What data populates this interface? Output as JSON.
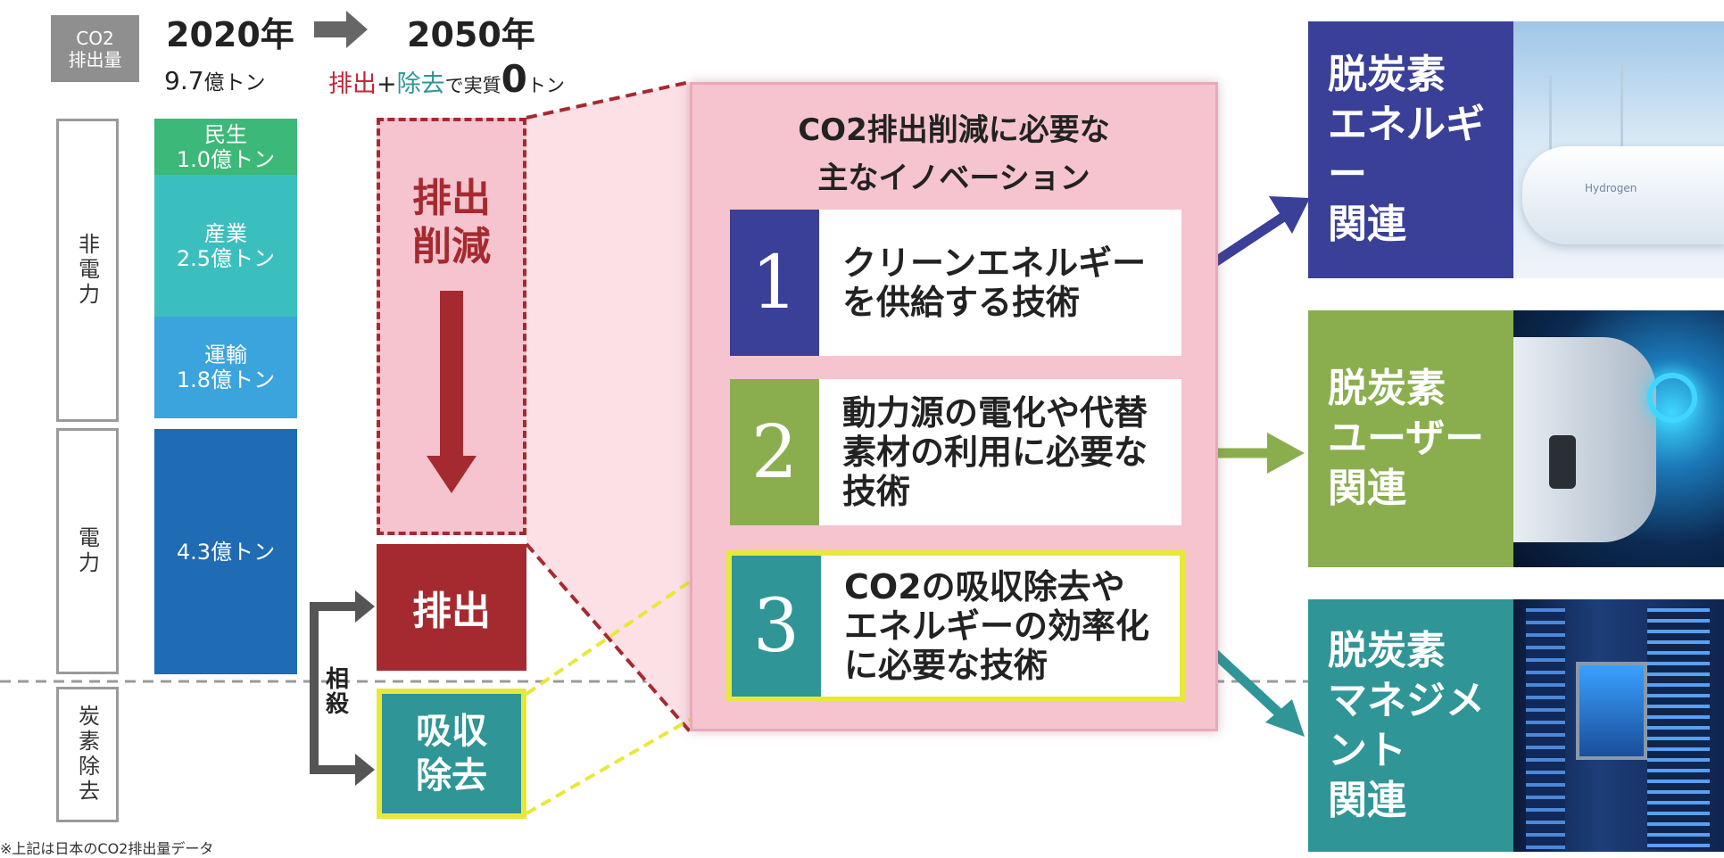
{
  "header": {
    "co2_label": "CO2\n排出量",
    "year_from": "2020年",
    "year_to": "2050年",
    "from_value_num": "9.7",
    "from_value_unit": "億トン",
    "to_value_part1": "排出",
    "to_value_plus": "+",
    "to_value_part2": "除去",
    "to_value_mid": "で実質",
    "to_value_zero": "0",
    "to_value_unit": "トン"
  },
  "side_labels": {
    "non_power": "非電力",
    "power": "電力",
    "carbon_removal": "炭素除去"
  },
  "stack": [
    {
      "label": "民生\n1.0億トン",
      "color": "#3cb878"
    },
    {
      "label": "産業\n2.5億トン",
      "color": "#3bbfbe"
    },
    {
      "label": "運輸\n1.8億トン",
      "color": "#3ba4dc"
    },
    {
      "label": "4.3億トン",
      "color": "#1f6bb4"
    }
  ],
  "middle": {
    "reduction_label": "排出\n削減",
    "emission_label": "排出",
    "removal_label": "吸収\n除去",
    "offset_label": "相殺"
  },
  "innovation": {
    "title": "CO2排出削減に必要な\n主なイノベーション",
    "items": [
      {
        "num": "1",
        "text": "クリーンエネルギー\nを供給する技術",
        "color": "#3a3f98"
      },
      {
        "num": "2",
        "text": "動力源の電化や代替\n素材の利用に必要な\n技術",
        "color": "#8aae4e"
      },
      {
        "num": "3",
        "text": "CO2の吸収除去や\nエネルギーの効率化\nに必要な技術",
        "color": "#2f9596"
      }
    ]
  },
  "categories": [
    {
      "text": "脱炭素\nエネルギー\n関連",
      "color": "#3a3f98",
      "photo_text": "Hydrogen"
    },
    {
      "text": "脱炭素\nユーザー\n関連",
      "color": "#8aae4e"
    },
    {
      "text": "脱炭素\nマネジメント\n関連",
      "color": "#2f9596"
    }
  ],
  "footnote": "※上記は日本のCO2排出量データ",
  "colors": {
    "reduction_red": "#a52a30",
    "pink_fill": "#f6c4cf",
    "highlight_yellow": "#e8e83a",
    "grey_arrow": "#666666"
  }
}
